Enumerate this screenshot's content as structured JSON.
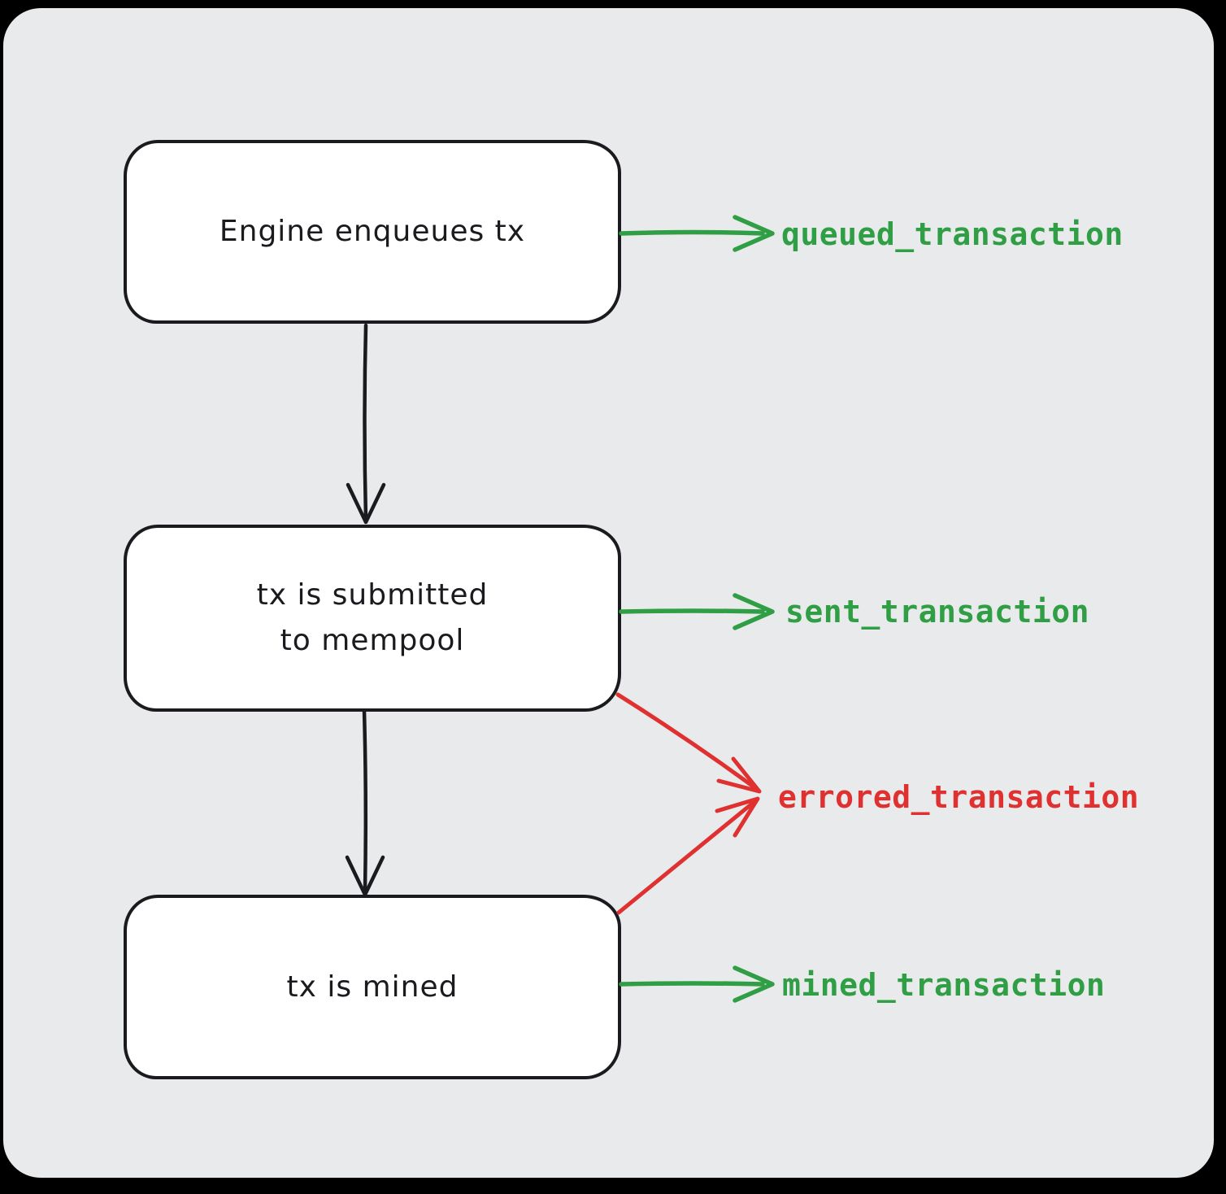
{
  "canvas": {
    "background": "#e9eaec",
    "description": "hand-drawn transaction lifecycle flowchart"
  },
  "nodes": [
    {
      "id": "enqueue",
      "label": "Engine enqueues tx"
    },
    {
      "id": "mempool",
      "lines": [
        "tx is submitted",
        "to mempool"
      ]
    },
    {
      "id": "mined",
      "label": "tx is mined"
    }
  ],
  "events": [
    {
      "id": "queued",
      "label": "queued_transaction",
      "color": "#2f9e44"
    },
    {
      "id": "sent",
      "label": "sent_transaction",
      "color": "#2f9e44"
    },
    {
      "id": "errored",
      "label": "errored_transaction",
      "color": "#e03131"
    },
    {
      "id": "mined",
      "label": "mined_transaction",
      "color": "#2f9e44"
    }
  ],
  "edges": [
    {
      "from": "enqueue",
      "to": "mempool",
      "color": "#1b1b1f"
    },
    {
      "from": "mempool",
      "to": "mined",
      "color": "#1b1b1f"
    },
    {
      "from": "enqueue",
      "to": "queued_transaction",
      "color": "#2f9e44"
    },
    {
      "from": "mempool",
      "to": "sent_transaction",
      "color": "#2f9e44"
    },
    {
      "from": "mempool",
      "to": "errored_transaction",
      "color": "#e03131"
    },
    {
      "from": "mined",
      "to": "errored_transaction",
      "color": "#e03131"
    },
    {
      "from": "mined",
      "to": "mined_transaction",
      "color": "#2f9e44"
    }
  ],
  "colors": {
    "node_stroke": "#1b1b1f",
    "node_fill": "#ffffff",
    "success": "#2f9e44",
    "error": "#e03131",
    "canvas_bg": "#e9eaec"
  }
}
